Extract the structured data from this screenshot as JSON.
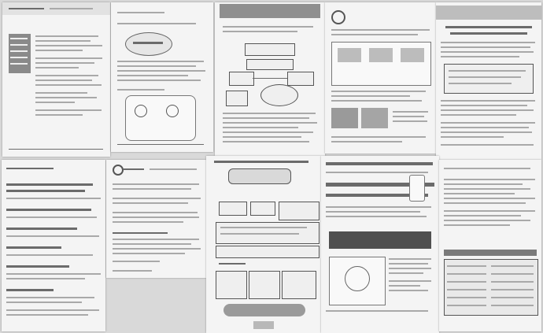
{
  "documents": [
    {
      "id": "d1",
      "title": "",
      "note": ""
    },
    {
      "id": "d2",
      "title": ""
    },
    {
      "id": "d3",
      "title": "",
      "box_labels": []
    },
    {
      "id": "d4",
      "title": ""
    },
    {
      "id": "d5",
      "title": ""
    },
    {
      "id": "d6",
      "title": "",
      "sections": []
    },
    {
      "id": "d7",
      "title": ""
    },
    {
      "id": "d8",
      "title": "",
      "heading": "",
      "arrow_label": "",
      "footer_banner": ""
    },
    {
      "id": "d9",
      "title": "",
      "url_line": "",
      "highlight": "",
      "footer": ""
    },
    {
      "id": "d10",
      "title": "",
      "chart_label": ""
    }
  ]
}
